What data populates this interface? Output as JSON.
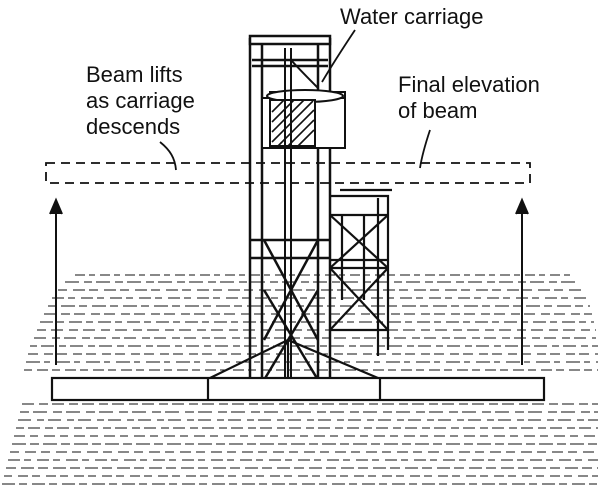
{
  "labels": {
    "water_carriage": "Water carriage",
    "beam_lifts": [
      "Beam lifts",
      "as carriage",
      "descends"
    ],
    "final_elevation": [
      "Final elevation",
      "of beam"
    ]
  }
}
